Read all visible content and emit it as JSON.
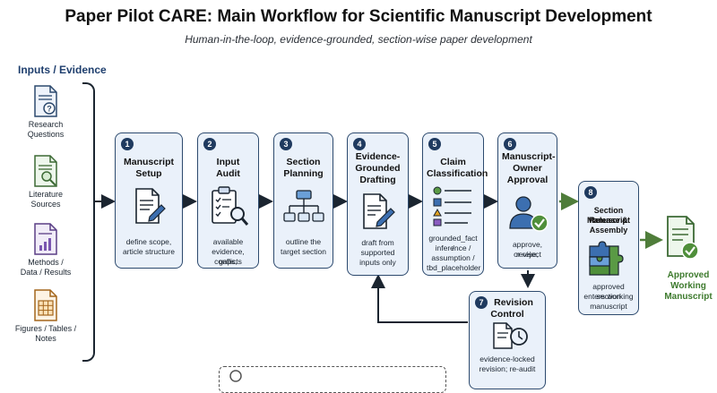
{
  "header": {
    "title": "Paper Pilot CARE: Main Workflow for Scientific Manuscript Development",
    "subtitle": "Human-in-the-loop, evidence-grounded, section-wise paper development"
  },
  "inputs": {
    "heading": "Inputs / Evidence",
    "items": [
      {
        "label_line1": "Research",
        "label_line2": "Questions",
        "icon": "document-question-icon"
      },
      {
        "label_line1": "Literature",
        "label_line2": "Sources",
        "icon": "document-search-icon"
      },
      {
        "label_line1": "Methods /",
        "label_line2": "Data / Results",
        "icon": "document-chart-icon"
      },
      {
        "label_line1": "Figures / Tables /",
        "label_line2": "Notes",
        "icon": "document-table-icon"
      }
    ]
  },
  "steps": [
    {
      "num": "1",
      "title_l1": "Manuscript",
      "title_l2": "Setup",
      "desc_l1": "define scope,",
      "desc_l2": "article structure",
      "desc_l3": "",
      "icon": "document-pencil-icon"
    },
    {
      "num": "2",
      "title_l1": "Input",
      "title_l2": "Audit",
      "desc_l1": "available",
      "desc_l2": "evidence, gaps,",
      "desc_l3": "conflicts",
      "icon": "clipboard-magnifier-icon"
    },
    {
      "num": "3",
      "title_l1": "Section",
      "title_l2": "Planning",
      "desc_l1": "outline the",
      "desc_l2": "target section",
      "desc_l3": "",
      "icon": "hierarchy-icon"
    },
    {
      "num": "4",
      "title_l1": "Evidence-",
      "title_l2": "Grounded",
      "title_l3": "Drafting",
      "desc_l1": "draft from",
      "desc_l2": "supported",
      "desc_l3": "inputs only",
      "icon": "document-pen-icon"
    },
    {
      "num": "5",
      "title_l1": "Claim",
      "title_l2": "Classification",
      "desc_l1": "grounded_fact /",
      "desc_l2": "inference /",
      "desc_l3": "assumption /",
      "desc_l4": "tbd_placeholder",
      "icon": "shape-list-icon"
    },
    {
      "num": "6",
      "title_l1": "Manuscript-",
      "title_l2": "Owner",
      "title_l3": "Approval",
      "desc_l1": "approve, revise,",
      "desc_l2": "or reject",
      "desc_l3": "",
      "icon": "user-check-icon"
    },
    {
      "num": "7",
      "title_l1": "Revision",
      "title_l2": "Control",
      "desc_l1": "evidence-locked",
      "desc_l2": "revision; re-audit",
      "desc_l3": "",
      "icon": "document-clock-icon"
    },
    {
      "num": "8",
      "title_l1": "Section Release &",
      "title_l2": "Manuscript",
      "title_l3": "Assembly",
      "desc_l1": "approved section",
      "desc_l2": "enters working",
      "desc_l3": "manuscript",
      "icon": "puzzle-icon"
    }
  ],
  "output": {
    "label_l1": "Approved",
    "label_l2": "Working",
    "label_l3": "Manuscript",
    "icon": "document-check-icon"
  },
  "colors": {
    "card_fill": "#eaf1fa",
    "card_border": "#2d4a6e",
    "arrow": "#1b2530",
    "approval_arrow": "#4f7d3a",
    "accent_green": "#3d7a2d"
  }
}
